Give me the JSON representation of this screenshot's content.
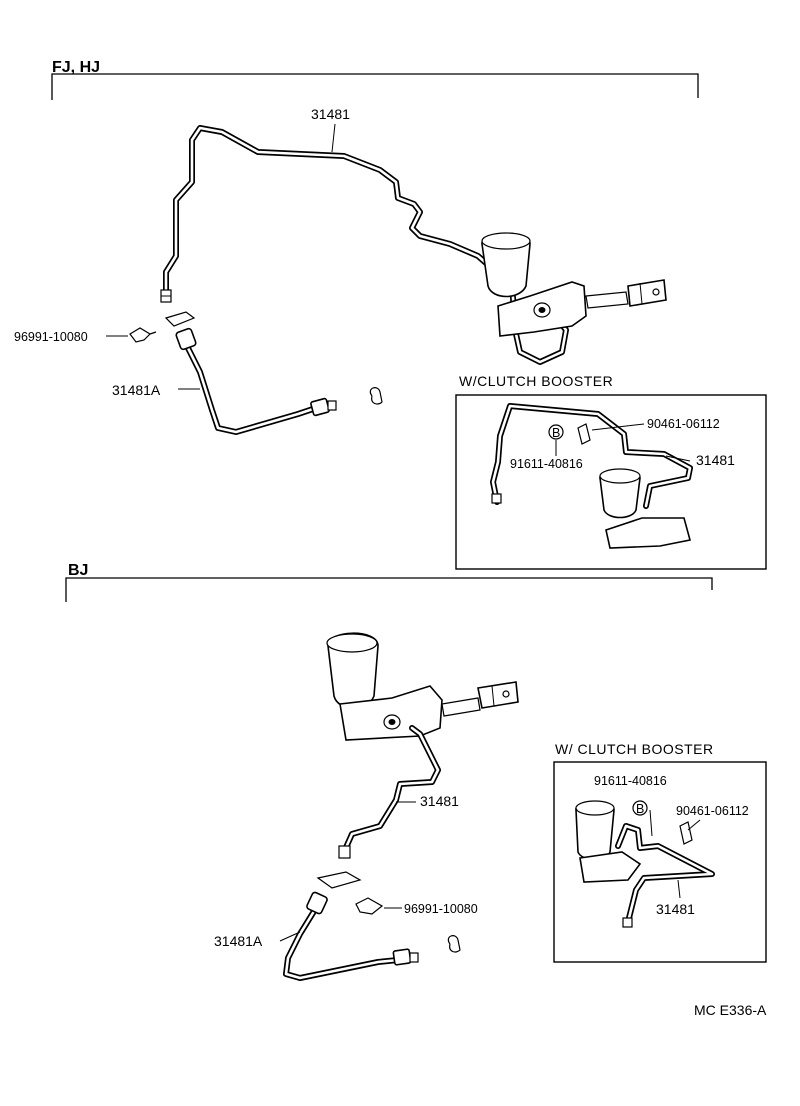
{
  "sections": {
    "upper": {
      "title": "FJ, HJ",
      "labels": {
        "pipe_top": "31481",
        "clip": "96991-10080",
        "hose": "31481A"
      },
      "inset": {
        "title": "W/CLUTCH BOOSTER",
        "label_bracket": "90461-06112",
        "label_bolt": "91611-40816",
        "label_pipe": "31481",
        "bolt_mark": "B"
      }
    },
    "lower": {
      "title": "BJ",
      "labels": {
        "pipe": "31481",
        "clip": "96991-10080",
        "hose": "31481A"
      },
      "inset": {
        "title": "W/ CLUTCH BOOSTER",
        "label_bolt": "91611-40816",
        "label_bracket": "90461-06112",
        "label_pipe": "31481",
        "bolt_mark": "B"
      }
    }
  },
  "footer": {
    "code": "MC  E336-A"
  }
}
